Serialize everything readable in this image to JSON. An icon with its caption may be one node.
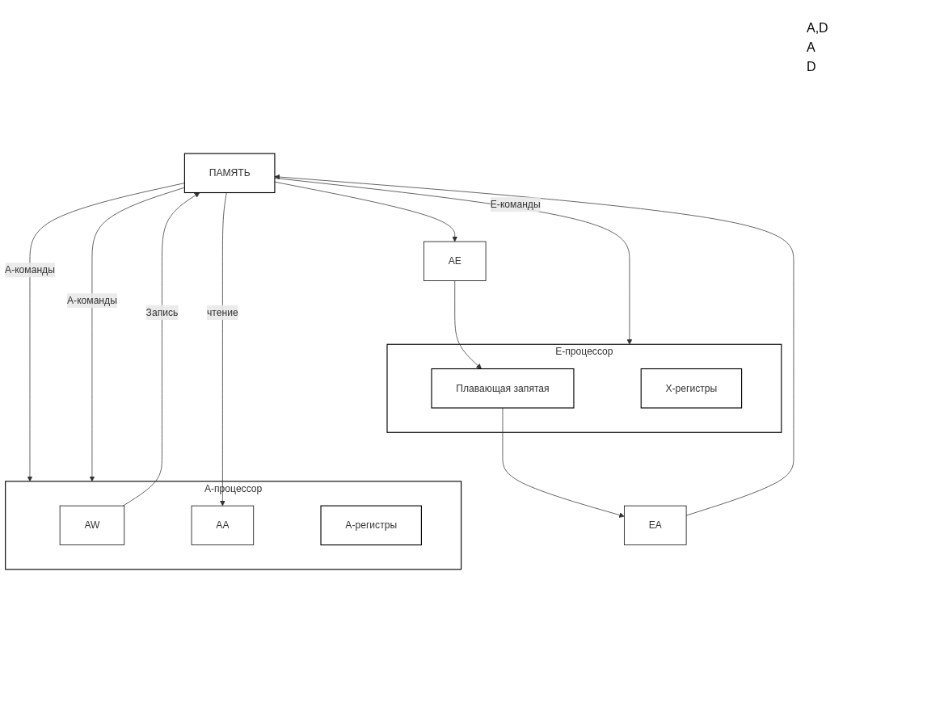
{
  "diagram": {
    "nodes": [
      {
        "text": [
          "ПАМЯТЬ"
        ]
      },
      {
        "text": [
          "А-процессор"
        ]
      },
      {
        "text": [
          "AW"
        ],
        "in": 1
      },
      {
        "text": [
          "AA"
        ],
        "in": 1
      },
      {
        "text": [
          "А-регистры"
        ],
        "in": 1
      },
      {
        "text": [
          "AE"
        ]
      },
      {
        "text": [
          "Е-процессор"
        ]
      },
      {
        "text": [
          "Плавающая запятая"
        ],
        "in": 6
      },
      {
        "text": [
          "Х-регистры"
        ],
        "in": 6
      },
      {
        "text": [
          "EA"
        ]
      }
    ],
    "edges": [
      {
        "from": 0,
        "to": 1,
        "arrow": "to",
        "label": "А-команды"
      },
      {
        "from": 0,
        "to": 6,
        "arrow": "to",
        "label": "Е-команды"
      },
      {
        "from": 0,
        "to": 3,
        "arrow": "to",
        "label": "чтение"
      },
      {
        "from": 0,
        "to": 5,
        "arrow": "to"
      },
      {
        "from": 0,
        "to": 1,
        "arrow": "to",
        "label": "А-команды"
      },
      {
        "from": 2,
        "to": 0,
        "arrow": "to",
        "label": "Запись"
      },
      {
        "from": 9,
        "to": 0,
        "arrow": "to"
      },
      {
        "from": 5,
        "to": 7,
        "arrow": "to"
      },
      {
        "from": 7,
        "to": 9,
        "arrow": "to"
      }
    ],
    "labels": [
      "A,D",
      "A",
      "D"
    ]
  }
}
